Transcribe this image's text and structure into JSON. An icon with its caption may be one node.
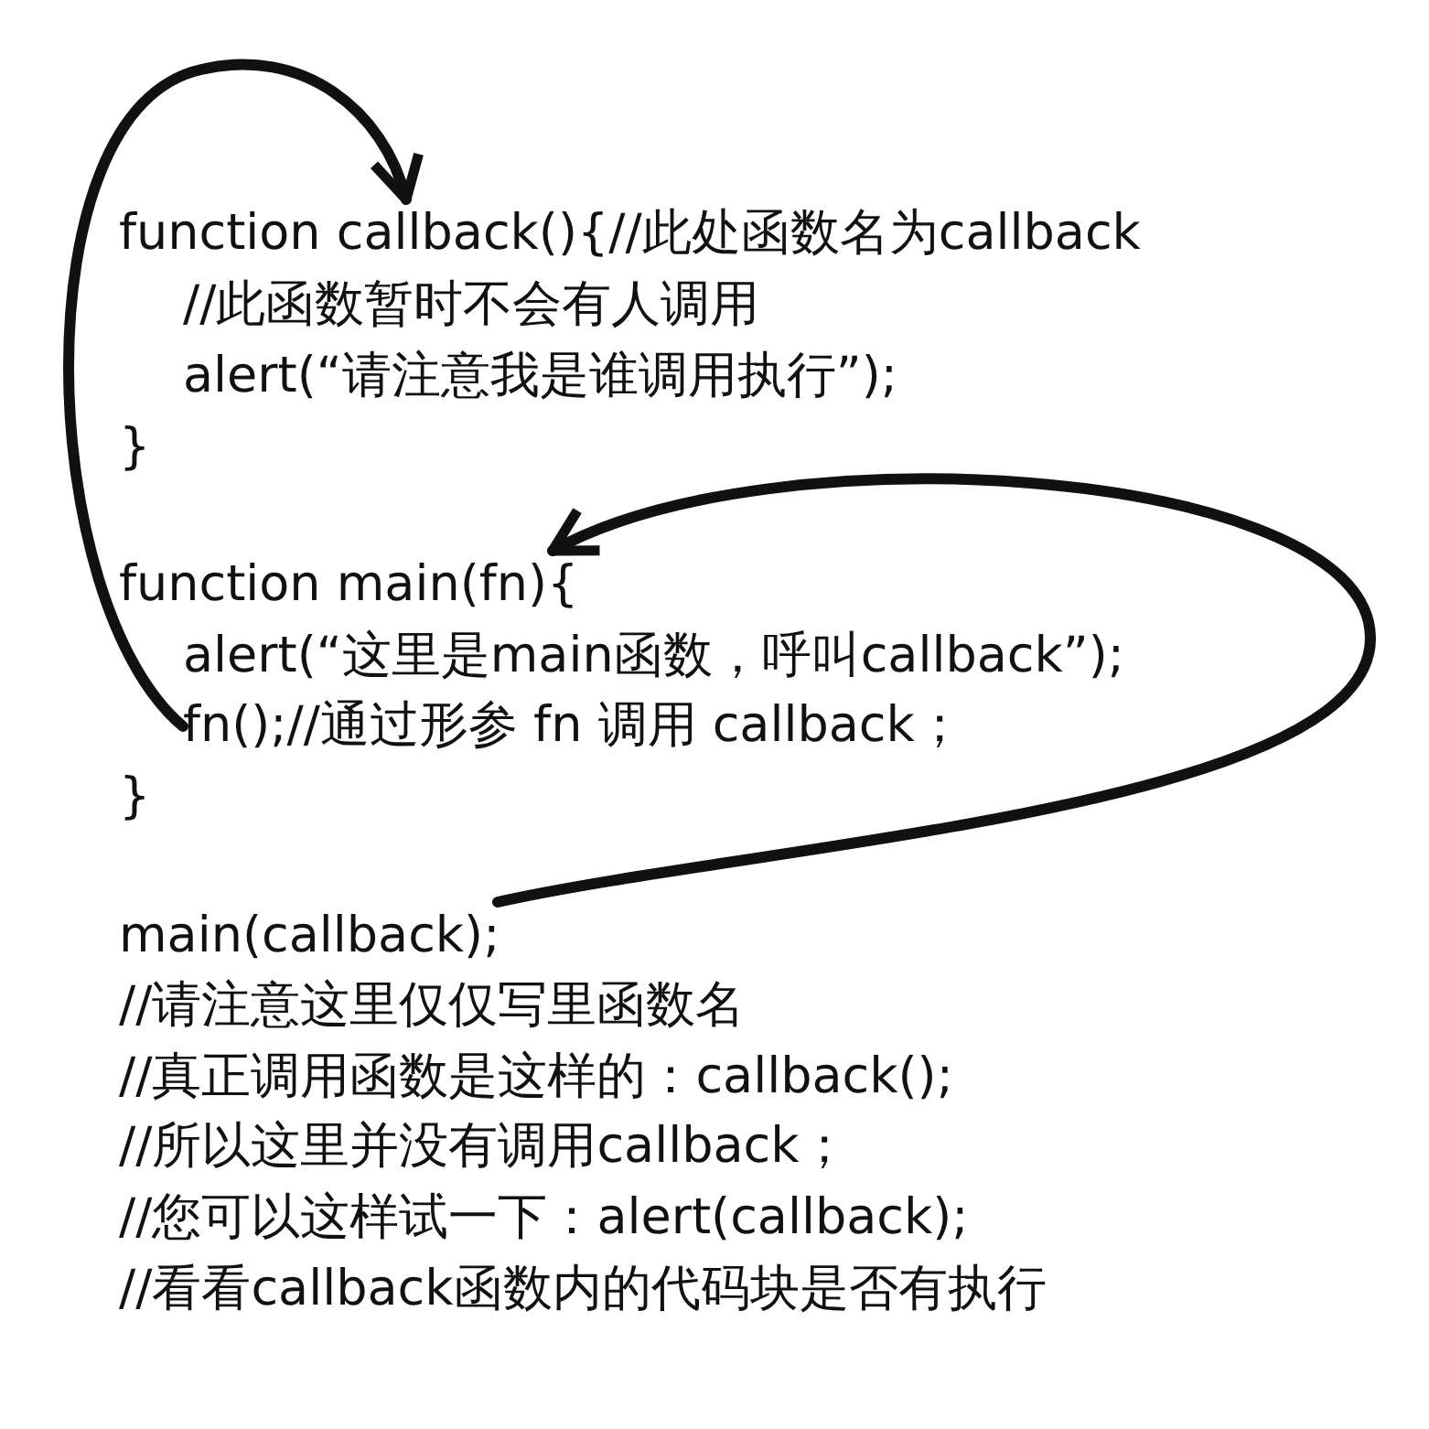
{
  "diagram": {
    "nodes": [
      {
        "text": [
          "function callback(){//此处函数名为callback"
        ]
      },
      {
        "text": [
          "function main(fn){"
        ]
      },
      {
        "text": [
          "fn();//通过形参 fn 调用 callback；"
        ]
      },
      {
        "text": [
          "main(callback);"
        ]
      }
    ],
    "edges": [
      {
        "from": 2,
        "to": 0,
        "arrow": "to"
      },
      {
        "from": 3,
        "to": 1,
        "arrow": "to"
      }
    ],
    "labels": [
      "//此函数暂时不会有人调用",
      "alert(“请注意我是谁调用执行”);",
      "}",
      "alert(“这里是main函数，呼叫callback”);",
      "}",
      "//请注意这里仅仅写里函数名",
      "//真正调用函数是这样的：callback();",
      "//所以这里并没有调用callback；",
      "//您可以这样试一下：alert(callback);",
      "//看看callback函数内的代码块是否有执行"
    ]
  }
}
